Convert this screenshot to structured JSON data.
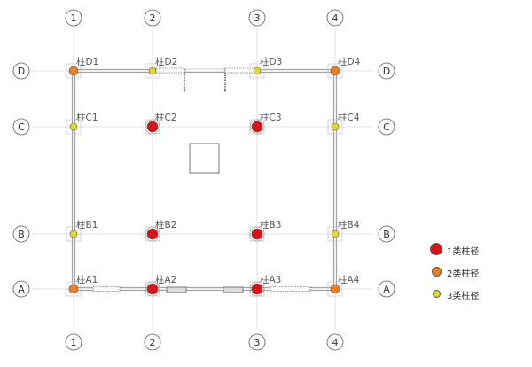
{
  "grid": {
    "columns": [
      "1",
      "2",
      "3",
      "4"
    ],
    "rows": [
      "D",
      "C",
      "B",
      "A"
    ]
  },
  "columns_nodes": [
    {
      "label": "柱D1",
      "row": "D",
      "col": "1",
      "class": 2
    },
    {
      "label": "柱D2",
      "row": "D",
      "col": "2",
      "class": 3
    },
    {
      "label": "柱D3",
      "row": "D",
      "col": "3",
      "class": 3
    },
    {
      "label": "柱D4",
      "row": "D",
      "col": "4",
      "class": 2
    },
    {
      "label": "柱C1",
      "row": "C",
      "col": "1",
      "class": 3
    },
    {
      "label": "柱C2",
      "row": "C",
      "col": "2",
      "class": 1
    },
    {
      "label": "柱C3",
      "row": "C",
      "col": "3",
      "class": 1
    },
    {
      "label": "柱C4",
      "row": "C",
      "col": "4",
      "class": 3
    },
    {
      "label": "柱B1",
      "row": "B",
      "col": "1",
      "class": 3
    },
    {
      "label": "柱B2",
      "row": "B",
      "col": "2",
      "class": 1
    },
    {
      "label": "柱B3",
      "row": "B",
      "col": "3",
      "class": 1
    },
    {
      "label": "柱B4",
      "row": "B",
      "col": "4",
      "class": 3
    },
    {
      "label": "柱A1",
      "row": "A",
      "col": "1",
      "class": 2
    },
    {
      "label": "柱A2",
      "row": "A",
      "col": "2",
      "class": 1
    },
    {
      "label": "柱A3",
      "row": "A",
      "col": "3",
      "class": 1
    },
    {
      "label": "柱A4",
      "row": "A",
      "col": "4",
      "class": 2
    }
  ],
  "legend": [
    {
      "label": "1类柱径",
      "class": 1
    },
    {
      "label": "2类柱径",
      "class": 2
    },
    {
      "label": "3类柱径",
      "class": 3
    }
  ],
  "colors": {
    "class1": "#d7141a",
    "class2": "#ee7f22",
    "class3": "#e6d82a",
    "wall": "#9a9a9a",
    "gridline": "#d9d9d9"
  }
}
